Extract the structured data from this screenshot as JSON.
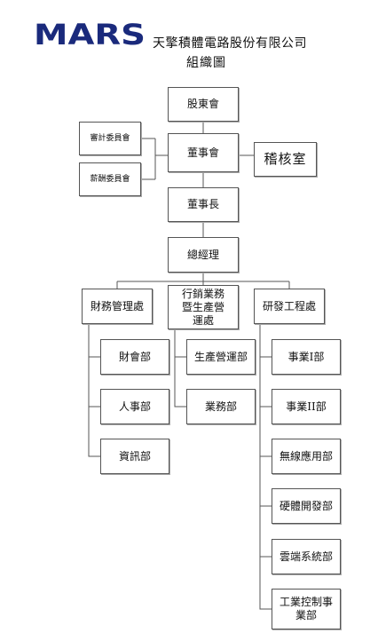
{
  "header": {
    "logo_text": "MARS",
    "company_name": "天擎積體電路股份有限公司",
    "chart_title": "組織圖"
  },
  "colors": {
    "logo": "#1a2a7c",
    "line": "#555555"
  },
  "nodes": {
    "shareholders": "股東會",
    "audit_committee": "審計委員會",
    "board": "董事會",
    "internal_audit": "稽核室",
    "compensation_committee": "薪酬委員會",
    "chairman": "董事長",
    "president": "總經理",
    "finance_division": "財務管理處",
    "marketing_division": "行銷業務暨生產營運處",
    "rd_division": "研發工程處",
    "finance_dept_accounting": "財會部",
    "finance_dept_hr": "人事部",
    "finance_dept_it": "資訊部",
    "marketing_dept_production": "生產營運部",
    "marketing_dept_sales": "業務部",
    "rd_dept_business1": "事業I部",
    "rd_dept_business2": "事業II部",
    "rd_dept_wireless": "無線應用部",
    "rd_dept_hardware": "硬體開發部",
    "rd_dept_cloud": "雲端系統部",
    "rd_dept_industrial": "工業控制事業部"
  }
}
